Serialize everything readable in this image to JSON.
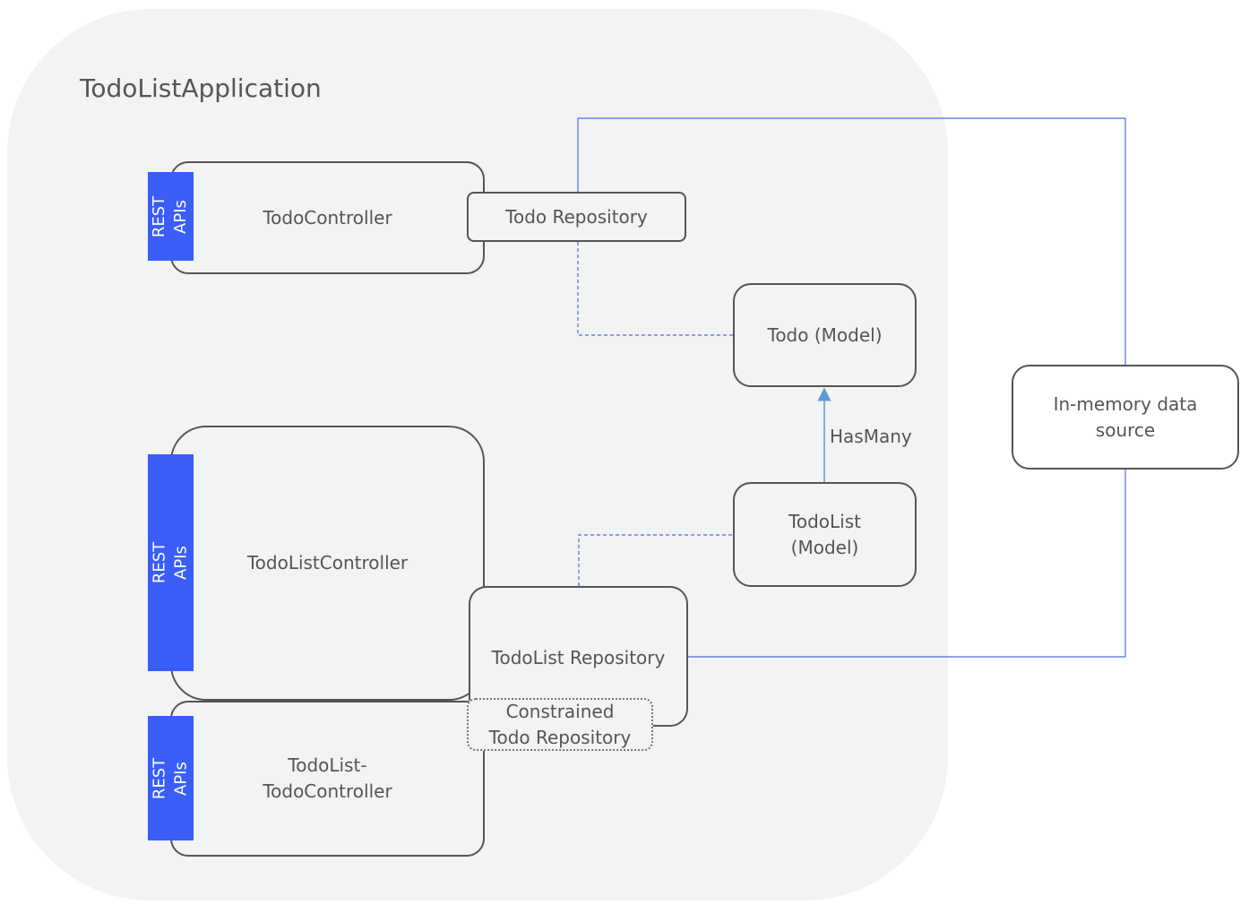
{
  "title": "TodoListApplication",
  "controllers": {
    "todo": "TodoController",
    "todolist": "TodoListController",
    "todolist_todo": "TodoList-\nTodoController"
  },
  "rest_tabs": {
    "todo": "REST\nAPIs",
    "todolist": "REST APIs",
    "todolist_todo": "REST APIs"
  },
  "repositories": {
    "todo": "Todo Repository",
    "todolist": "TodoList Repository",
    "constrained": "Constrained\nTodo Repository"
  },
  "models": {
    "todo": "Todo (Model)",
    "todolist": "TodoList\n(Model)"
  },
  "relation_label": "HasMany",
  "datasource": "In-memory data\nsource",
  "colors": {
    "rest_tab": "#3a5ef7",
    "connector": "#4a6ee0",
    "relation_arrow": "#5b9bd5",
    "container": "#f2f3f3",
    "border": "#555555"
  }
}
